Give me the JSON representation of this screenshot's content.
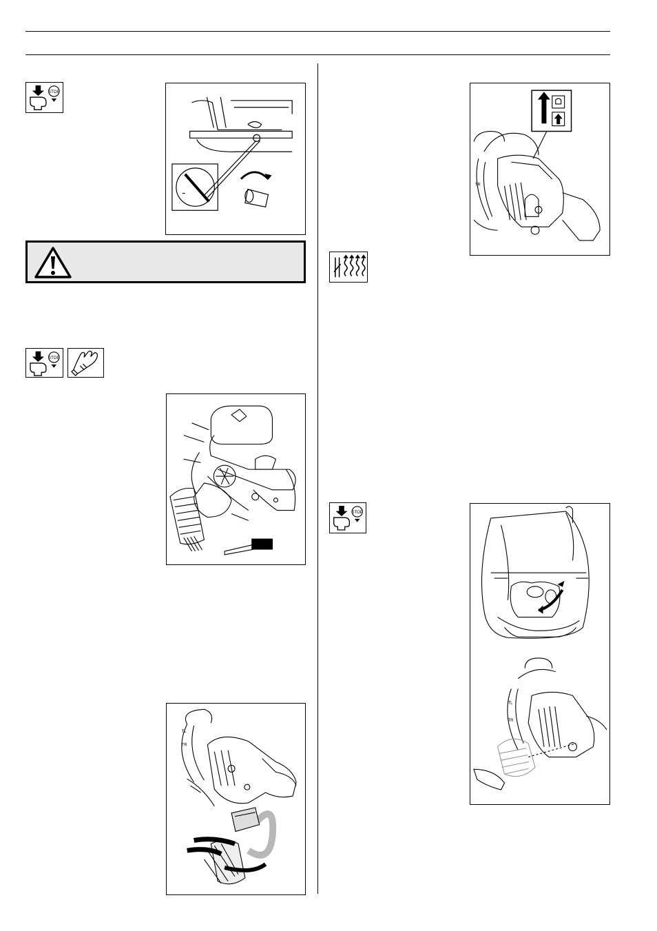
{
  "page": {
    "layout": "two-column service manual page with line illustrations and pictograms"
  },
  "icons": {
    "stop_engine": "stop-engine-icon",
    "protective_glove": "glove-icon",
    "warning": "warning-triangle-icon",
    "heated_handles": "heating-icon"
  },
  "illustrations": {
    "stop_badge_text": "STOP",
    "saw_label_1": "TL",
    "saw_label_2": "TR"
  }
}
